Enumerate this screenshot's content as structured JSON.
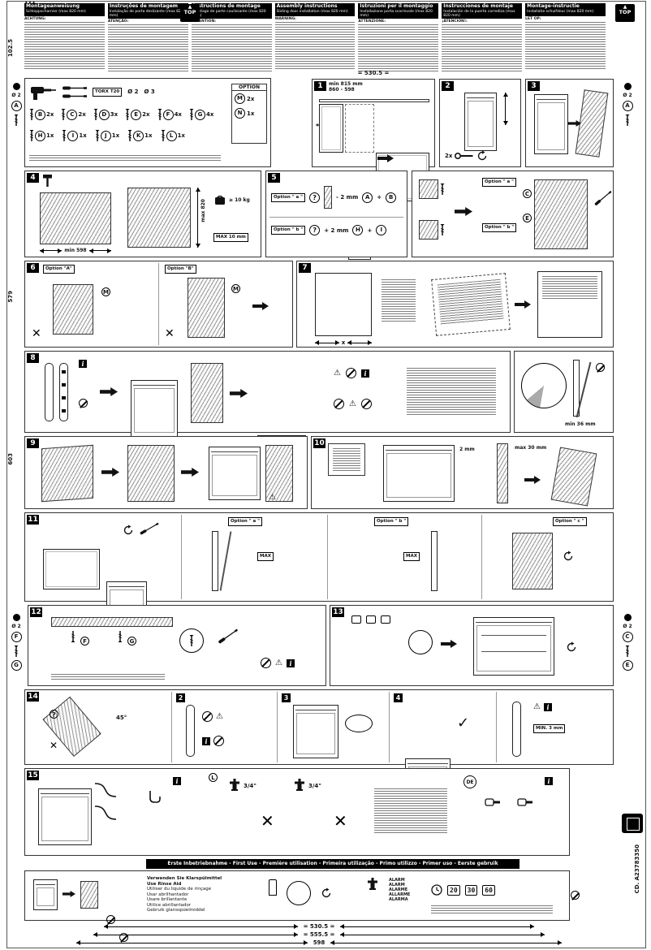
{
  "glyphs": {
    "x": "✕",
    "check": "✓",
    "warn": "⚠",
    "q": "?",
    "star": "*",
    "plus": "+",
    "tri_up": "▲"
  },
  "page": {
    "fold_marks": "▲▲▲",
    "top_badge": "TOP",
    "doc_code": "CD. A23783350",
    "first_use_bar": "Erste Inbetriebnahme - First Use - Première utilisation - Primeira utilização - Primo utilizzo - Primer uso - Eerste gebruik"
  },
  "dims": {
    "top_width": "= 530.5 =",
    "left_top": "102.5",
    "left_mid": "579",
    "left_low": "603",
    "bottom_1": "= 530.5 =",
    "bottom_2": "= 555.5 =",
    "bottom_3": "598"
  },
  "languages": [
    {
      "title": "Montageanweisung",
      "sub": "Schleppscharnier (max 820 mm)",
      "warn": "ACHTUNG:"
    },
    {
      "title": "Instruções de montagem",
      "sub": "Instalação de porta deslizante (max 820 mm)",
      "warn": "ATENÇÃO:"
    },
    {
      "title": "Instructions de montage",
      "sub": "Montage de porte coulissante (max 820 mm)",
      "warn": "ATTENTION:"
    },
    {
      "title": "Assembly instructions",
      "sub": "Sliding door installation (max 820 mm)",
      "warn": "WARNING:"
    },
    {
      "title": "Istruzioni per il montaggio",
      "sub": "Installazione porta scorrevole (max 820 mm)",
      "warn": "ATTENZIONE:"
    },
    {
      "title": "Instrucciones de montaje",
      "sub": "Instalación de la puerta corrediza (max 820 mm)",
      "warn": "¡ATENCIÓN!:"
    },
    {
      "title": "Montage-instructie",
      "sub": "Installatie schuifdeur (max 820 mm)",
      "warn": "LET OP:"
    }
  ],
  "tools": {
    "torx": "TORX T20",
    "bit1": "Ø 2",
    "bit2": "Ø 3",
    "parts_row1": [
      {
        "letter": "B",
        "qty": "2x"
      },
      {
        "letter": "C",
        "qty": "2x"
      },
      {
        "letter": "D",
        "qty": "3x"
      },
      {
        "letter": "E",
        "qty": "2x"
      },
      {
        "letter": "F",
        "qty": "4x"
      },
      {
        "letter": "G",
        "qty": "4x"
      }
    ],
    "parts_row2": [
      {
        "letter": "H",
        "qty": "1x"
      },
      {
        "letter": "I",
        "qty": "1x"
      },
      {
        "letter": "J",
        "qty": "1x"
      },
      {
        "letter": "K",
        "qty": "1x"
      },
      {
        "letter": "L",
        "qty": "1x"
      }
    ],
    "option_label": "OPTION",
    "option_parts": [
      {
        "letter": "M",
        "qty": "2x"
      },
      {
        "letter": "N",
        "qty": "1x"
      }
    ]
  },
  "margins": {
    "drill": "Ø 2",
    "letter_a": "A",
    "letter_f": "F",
    "letter_g": "G",
    "letter_c": "C",
    "letter_e": "E"
  },
  "steps": {
    "s1": {
      "num": "1",
      "line1": "min 815 mm",
      "line2": "860 - 598"
    },
    "s2": {
      "num": "2",
      "qty": "2x"
    },
    "s3": {
      "num": "3"
    },
    "s4": {
      "num": "4",
      "h": "max 820",
      "w": "min 598",
      "weight": "≥ 10 kg",
      "gap": "MAX 10 mm"
    },
    "s5": {
      "num": "5",
      "opt_a": "Option \" a \"",
      "minus": "- 2 mm",
      "opt_b": "Option \" b \"",
      "plus": "+ 2 mm",
      "la": "A",
      "lb": "B",
      "lh": "H",
      "li": "I"
    },
    "s5b": {
      "opt_a": "Option \" a \"",
      "opt_b": "Option \" b \"",
      "lc": "C",
      "le": "E"
    },
    "s6": {
      "num": "6",
      "opt_a": "Option \"A\"",
      "opt_b": "Option \"B\"",
      "lm": "M"
    },
    "s7": {
      "num": "7",
      "x": "x"
    },
    "s8": {
      "num": "8",
      "note": "min 36 mm"
    },
    "s9": {
      "num": "9"
    },
    "s10": {
      "num": "10",
      "max": "max 30 mm",
      "gap": "2 mm"
    },
    "s11": {
      "num": "11",
      "opt_a": "Option \" a \"",
      "opt_b": "Option \" b \"",
      "opt_c": "Option \" c \"",
      "max": "MAX"
    },
    "s12": {
      "num": "12",
      "lf": "F",
      "lg": "G"
    },
    "s13": {
      "num": "13"
    },
    "s14": {
      "num": "14",
      "angle": "45°",
      "sub2": "2",
      "sub3": "3",
      "sub4": "4",
      "min": "MIN. 3 mm"
    },
    "s15": {
      "num": "15",
      "ll": "L",
      "tap1": "3/4\"",
      "tap2": "3/4\"",
      "de": "DE"
    }
  },
  "first_use": {
    "rinse_lines": [
      "Verwenden Sie Klarspülmittel",
      "Use Rinse Aid",
      "Utiliser du liquide de rinçage",
      "Usar abrilhantador",
      "Usare brillantante",
      "Utilice abrillantador",
      "Gebruik glansspoelmiddel"
    ],
    "alarm_lines": [
      "ALARM",
      "ALARM",
      "ALARME",
      "ALLARME",
      "ALARMA"
    ],
    "timer1": "20",
    "timer2": "30",
    "timer3": "60"
  }
}
